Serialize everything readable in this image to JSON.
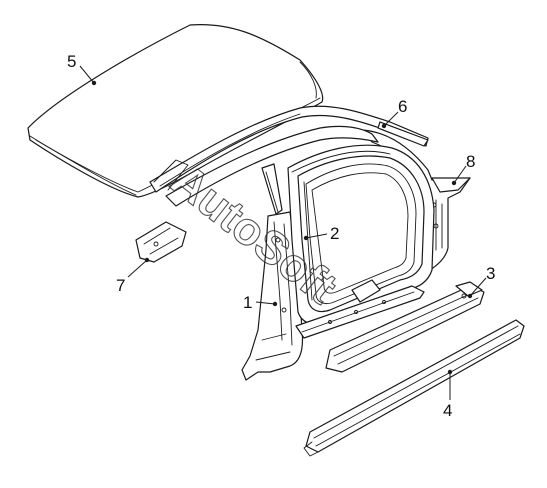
{
  "callouts": [
    {
      "id": "1",
      "label": "1"
    },
    {
      "id": "2",
      "label": "2"
    },
    {
      "id": "3",
      "label": "3"
    },
    {
      "id": "4",
      "label": "4"
    },
    {
      "id": "5",
      "label": "5"
    },
    {
      "id": "6",
      "label": "6"
    },
    {
      "id": "7",
      "label": "7"
    },
    {
      "id": "8",
      "label": "8"
    }
  ],
  "watermark": {
    "text": "AutoSoft"
  },
  "colors": {
    "line": "#1a1a1a",
    "background": "#ffffff"
  }
}
